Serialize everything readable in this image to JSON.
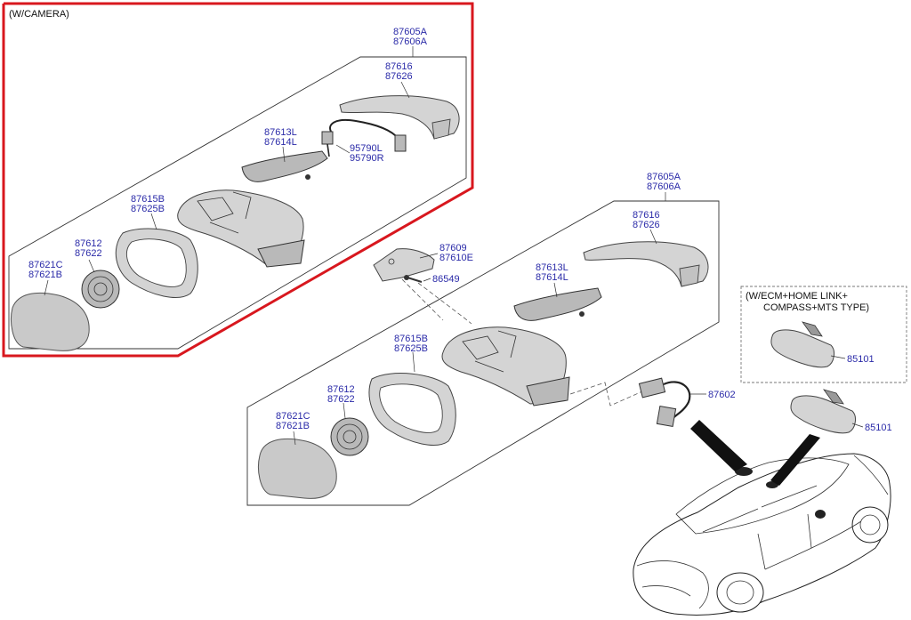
{
  "camera_group": {
    "title": "(W/CAMERA)",
    "highlight_color": "#d8171e",
    "labels": {
      "cover_assy": [
        "87605A",
        "87606A"
      ],
      "scalp_cover": [
        "87616",
        "87626"
      ],
      "side_repeater": [
        "87613L",
        "87614L"
      ],
      "camera": [
        "95790L",
        "95790R"
      ],
      "housing": [
        "87615B",
        "87625B"
      ],
      "actuator": [
        "87612",
        "87622"
      ],
      "mirror_glass": [
        "87621C",
        "87621B"
      ]
    }
  },
  "standard_group": {
    "labels": {
      "cover_assy": [
        "87605A",
        "87606A"
      ],
      "scalp_cover": [
        "87616",
        "87626"
      ],
      "bracket": [
        "87609",
        "87610E"
      ],
      "screw": [
        "86549"
      ],
      "side_repeater": [
        "87613L",
        "87614L"
      ],
      "housing": [
        "87615B",
        "87625B"
      ],
      "actuator": [
        "87612",
        "87622"
      ],
      "mirror_glass": [
        "87621C",
        "87621B"
      ],
      "wiring": [
        "87602"
      ]
    }
  },
  "inside_mirror": {
    "option_note": [
      "(W/ECM+HOME LINK+",
      "COMPASS+MTS TYPE)"
    ],
    "option_part": "85101",
    "standard_part": "85101"
  },
  "icons": [
    "mirror-glass-icon",
    "actuator-icon",
    "housing-icon",
    "mirror-body-icon",
    "side-repeater-icon",
    "scalp-cover-icon",
    "camera-harness-icon",
    "bracket-icon",
    "screw-icon",
    "wiring-harness-icon",
    "inside-mirror-icon",
    "vehicle-icon"
  ]
}
